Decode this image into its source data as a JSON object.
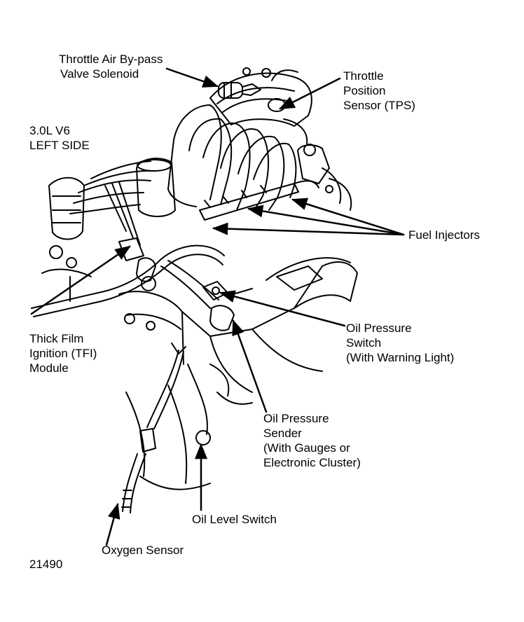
{
  "figure_number": "21490",
  "engine_label": [
    "3.0L V6",
    "LEFT SIDE"
  ],
  "labels": {
    "throttle_air_bypass": [
      "Throttle Air By-pass",
      "Valve Solenoid"
    ],
    "tps": [
      "Throttle",
      "Position",
      "Sensor (TPS)"
    ],
    "fuel_injectors": [
      "Fuel Injectors"
    ],
    "tfi_module": [
      "Thick Film",
      "Ignition (TFI)",
      "Module"
    ],
    "oil_pressure_switch": [
      "Oil Pressure",
      "Switch",
      "(With Warning Light)"
    ],
    "oil_pressure_sender": [
      "Oil Pressure",
      "Sender",
      "(With Gauges or",
      "Electronic Cluster)"
    ],
    "oil_level_switch": [
      "Oil Level Switch"
    ],
    "oxygen_sensor": [
      "Oxygen Sensor"
    ]
  },
  "colors": {
    "ink": "#000000",
    "paper": "#ffffff"
  }
}
